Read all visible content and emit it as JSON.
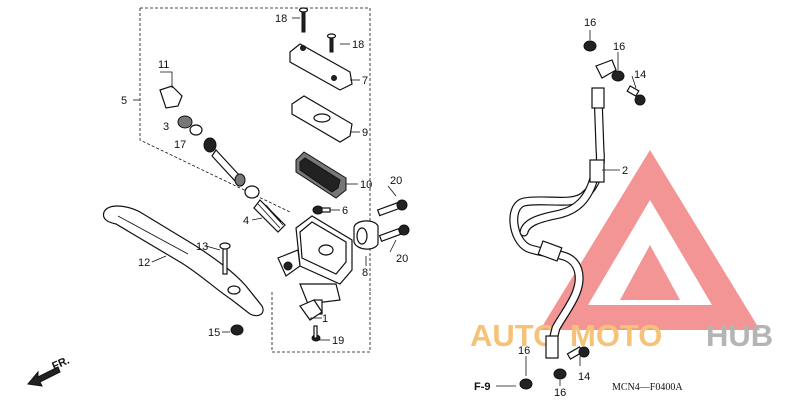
{
  "diagram_code": "MCN4—F0400A",
  "section_ref": "F-9",
  "direction_label": "FR.",
  "watermark": {
    "text_1": "AUTO",
    "text_2": "MOTO",
    "text_3": "HUB",
    "color_orange": "#f4b860",
    "color_gray": "#a8a8a8",
    "color_red": "#ee5a5a"
  },
  "callouts": {
    "c18a": "18",
    "c18b": "18",
    "c7": "7",
    "c9": "9",
    "c10": "10",
    "c11": "11",
    "c5": "5",
    "c3": "3",
    "c17": "17",
    "c20a": "20",
    "c20b": "20",
    "c6": "6",
    "c8": "8",
    "c4": "4",
    "c13": "13",
    "c12": "12",
    "c1": "1",
    "c15": "15",
    "c19": "19",
    "c16a": "16",
    "c16b": "16",
    "c14a": "14",
    "c2": "2",
    "c16c": "16",
    "c16d": "16",
    "c14b": "14"
  }
}
